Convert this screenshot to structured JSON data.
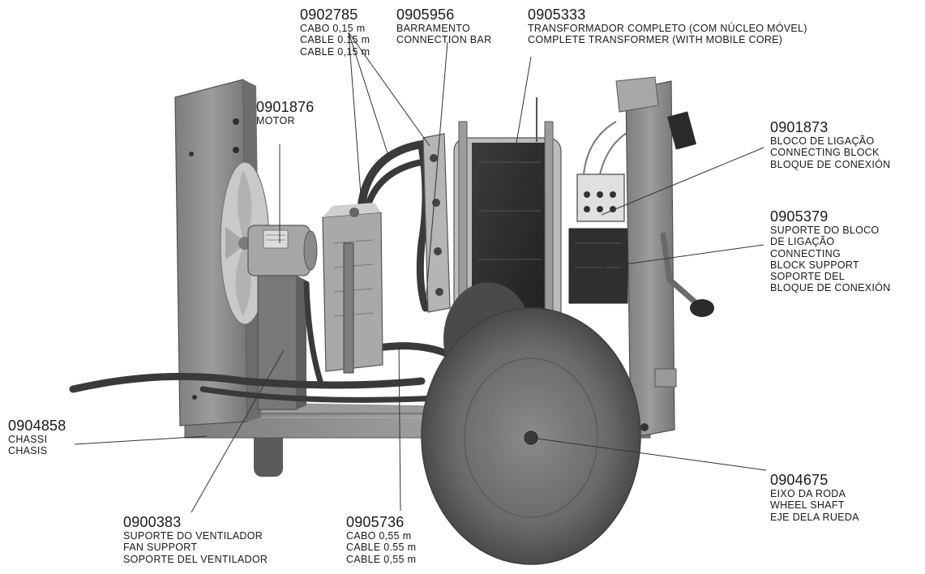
{
  "callouts": {
    "cabo_015": {
      "code": "0902785",
      "lines": [
        "CABO 0,15 m",
        "CABLE 0.15 m",
        "CABLE 0,15 m"
      ]
    },
    "barramento": {
      "code": "0905956",
      "lines": [
        "BARRAMENTO",
        "CONNECTION BAR"
      ]
    },
    "transformador": {
      "code": "0905333",
      "lines": [
        "TRANSFORMADOR COMPLETO (COM NÚCLEO MÓVEL)",
        "COMPLETE TRANSFORMER (WITH MOBILE CORE)"
      ]
    },
    "motor": {
      "code": "0901876",
      "lines": [
        "MOTOR"
      ]
    },
    "bloco_ligacao": {
      "code": "0901873",
      "lines": [
        "BLOCO DE LIGAÇÃO",
        "CONNECTING BLOCK",
        "BLOQUE DE CONEXIÓN"
      ]
    },
    "suporte_bloco": {
      "code": "0905379",
      "lines": [
        "SUPORTE DO BLOCO",
        "DE LIGAÇÃO",
        "CONNECTING",
        "BLOCK SUPPORT",
        "SOPORTE DEL",
        "BLOQUE DE CONEXIÓN"
      ]
    },
    "chassi": {
      "code": "0904858",
      "lines": [
        "CHASSI",
        "CHASIS"
      ]
    },
    "eixo_roda": {
      "code": "0904675",
      "lines": [
        "EIXO DA RODA",
        "WHEEL SHAFT",
        "EJE DELA RUEDA"
      ]
    },
    "suporte_ventilador": {
      "code": "0900383",
      "lines": [
        "SUPORTE DO VENTILADOR",
        "FAN SUPPORT",
        "SOPORTE DEL VENTILADOR"
      ]
    },
    "cabo_055": {
      "code": "0905736",
      "lines": [
        "CABO 0,55 m",
        "CABLE 0.55 m",
        "CABLE 0,55 m"
      ]
    }
  },
  "colors": {
    "metal": "#8f8f8f",
    "metal_dark": "#5e5e5e",
    "metal_light": "#bdbdbd",
    "tire": "#6e6e6e",
    "cable": "#3a3a3a",
    "leader": "#333333",
    "text": "#1a1a1a"
  }
}
